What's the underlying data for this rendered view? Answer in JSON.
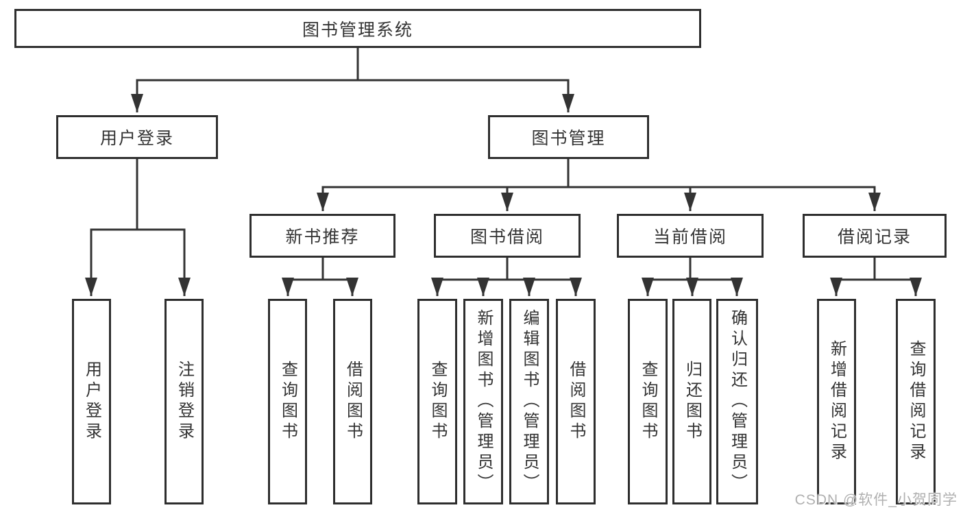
{
  "colors": {
    "line": "#333333",
    "box_border": "#2e2e2e",
    "box_fill": "#ffffff",
    "text": "#333333",
    "watermark": "#b0b0b0",
    "background": "#ffffff"
  },
  "watermark": {
    "text": "CSDN @软件_小贺同学"
  },
  "tree": {
    "root": {
      "label": "图书管理系统"
    },
    "branches": [
      {
        "label": "用户登录",
        "children": [
          {
            "label": "用户登录"
          },
          {
            "label": "注销登录"
          }
        ]
      },
      {
        "label": "图书管理",
        "children": [
          {
            "label": "新书推荐",
            "children": [
              {
                "label": "查询图书"
              },
              {
                "label": "借阅图书"
              }
            ]
          },
          {
            "label": "图书借阅",
            "children": [
              {
                "label": "查询图书"
              },
              {
                "label": "新增图书（管理员）"
              },
              {
                "label": "编辑图书（管理员）"
              },
              {
                "label": "借阅图书"
              }
            ]
          },
          {
            "label": "当前借阅",
            "children": [
              {
                "label": "查询图书"
              },
              {
                "label": "归还图书"
              },
              {
                "label": "确认归还（管理员）"
              }
            ]
          },
          {
            "label": "借阅记录",
            "children": [
              {
                "label": "新增借阅记录"
              },
              {
                "label": "查询借阅记录"
              }
            ]
          }
        ]
      }
    ]
  }
}
